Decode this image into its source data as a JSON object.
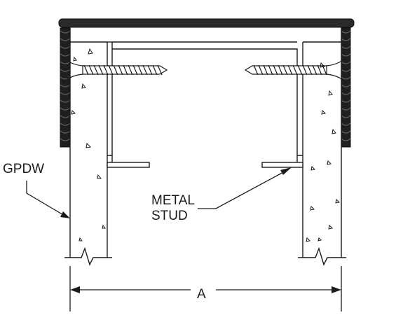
{
  "labels": {
    "gpdw": "GPDW",
    "metal_stud_line1": "METAL",
    "metal_stud_line2": "STUD",
    "dimension": "A"
  },
  "colors": {
    "line": "#1b1b1b",
    "cap": "#2a2a2a",
    "cladding": "#1f1f1f",
    "background": "#ffffff"
  },
  "components": {
    "cap_icon": "top-cap-plate",
    "cladding_icon": "stone-cladding",
    "screw_icon": "screw-fastener",
    "stud_icon": "metal-stud-channel",
    "wall_icon": "gypsum-panel-wall",
    "break_icon": "break-line"
  }
}
